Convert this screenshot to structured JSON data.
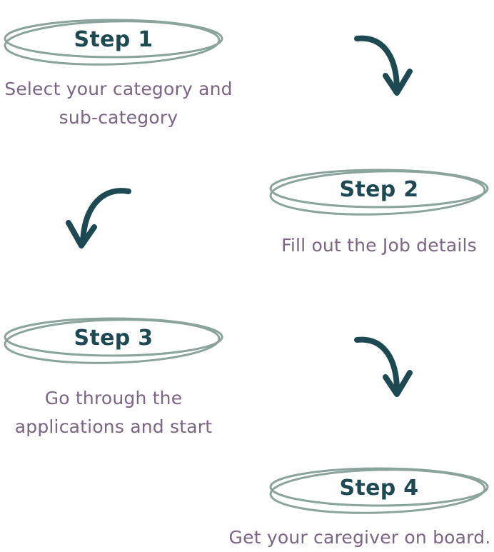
{
  "steps": [
    {
      "label": "Step 1",
      "description_lines": [
        "Select your category and",
        "sub-category"
      ]
    },
    {
      "label": "Step 2",
      "description_lines": [
        "Fill out the Job details"
      ]
    },
    {
      "label": "Step 3",
      "description_lines": [
        "Go through the",
        "applications and start"
      ]
    },
    {
      "label": "Step 4",
      "description_lines": [
        "Get your caregiver on board."
      ]
    }
  ],
  "colors": {
    "step_title": "#1d4a52",
    "description": "#7a6582",
    "oval_stroke": "#8aa39c",
    "arrow": "#1d4a52"
  },
  "icons": {
    "arrow_right_side": "curved-arrow-down-right-icon",
    "arrow_left_side": "curved-arrow-down-left-icon"
  }
}
